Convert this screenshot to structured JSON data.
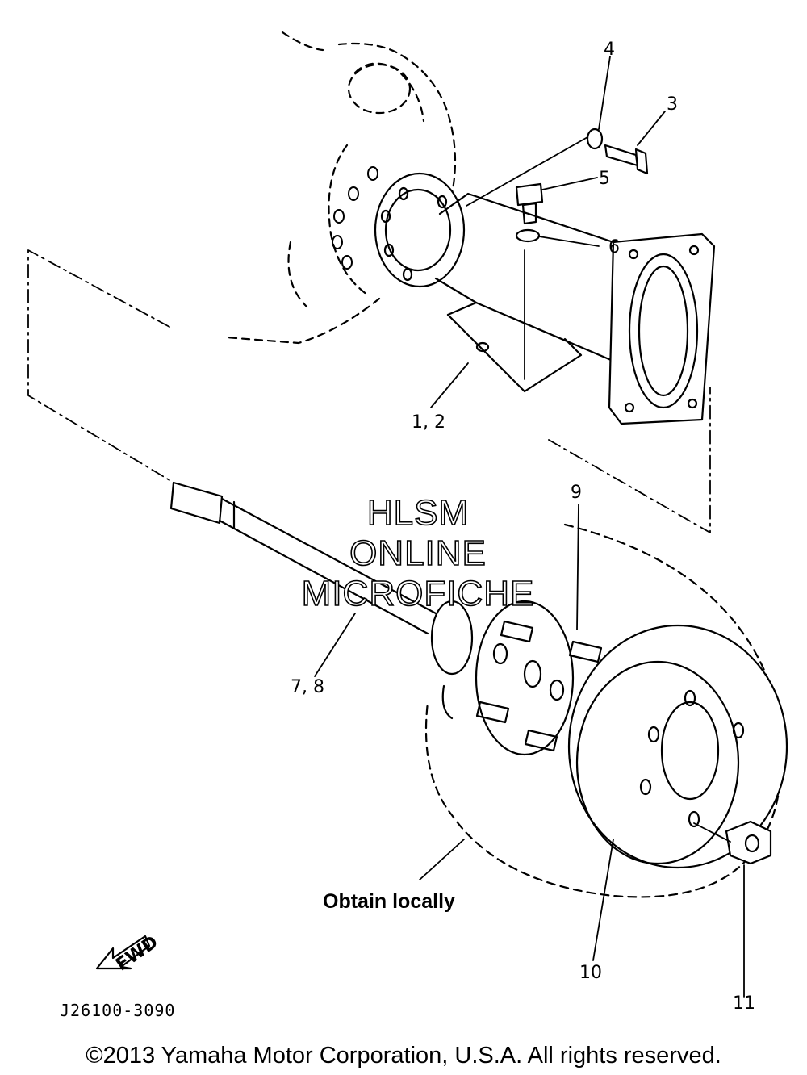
{
  "callouts": {
    "c1": "1, 2",
    "c3": "3",
    "c4": "4",
    "c5": "5",
    "c6": "6",
    "c7": "7, 8",
    "c9": "9",
    "c10": "10",
    "c11": "11"
  },
  "watermark": {
    "line1": "HLSM",
    "line2": "ONLINE",
    "line3": "MICROFICHE"
  },
  "fwd_label": "FWD",
  "note": "Obtain locally",
  "diagram_code": "J26100-3090",
  "copyright": "©2013 Yamaha Motor Corporation, U.S.A. All rights reserved."
}
